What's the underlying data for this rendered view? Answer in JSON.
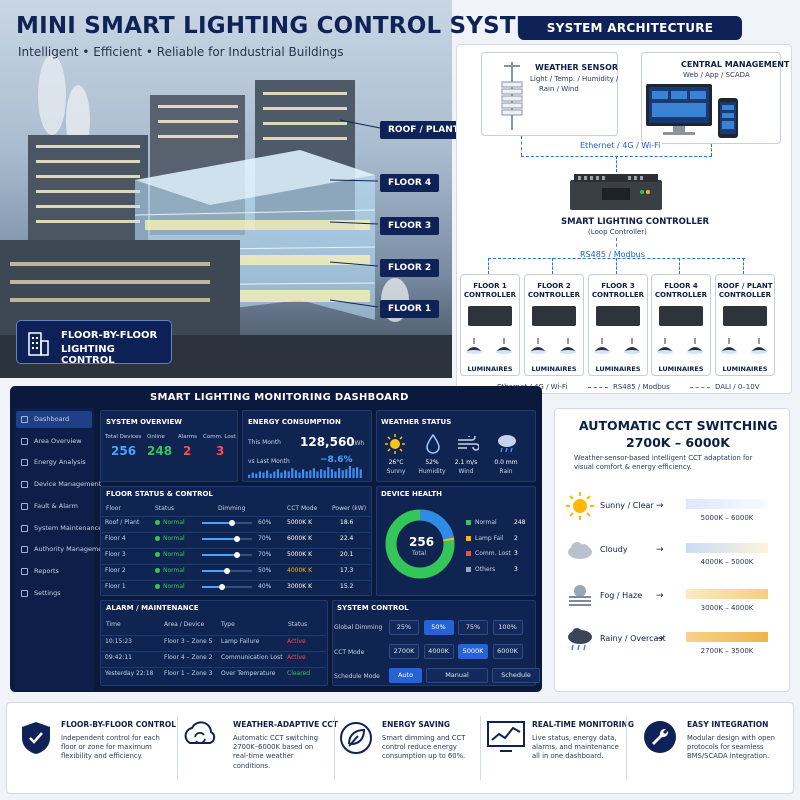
{
  "header": {
    "title": "MINI SMART LIGHTING CONTROL SYSTEM",
    "subtitle": "Intelligent • Efficient • Reliable for Industrial Buildings"
  },
  "building": {
    "tags": [
      "ROOF / PLANT",
      "FLOOR 4",
      "FLOOR 3",
      "FLOOR 2",
      "FLOOR 1"
    ],
    "badge_line1": "FLOOR-BY-FLOOR",
    "badge_line2": "LIGHTING CONTROL"
  },
  "architecture": {
    "title": "SYSTEM ARCHITECTURE",
    "weather_sensor": {
      "name": "WEATHER SENSOR",
      "desc1": "Light / Temp. / Humidity /",
      "desc2": "Rain / Wind"
    },
    "central": {
      "name": "CENTRAL MANAGEMENT",
      "desc": "Web / App / SCADA"
    },
    "link1": "Ethernet / 4G / Wi-Fi",
    "controller": {
      "name": "SMART LIGHTING CONTROLLER",
      "sub": "(Loop Controller)"
    },
    "link2": "RS485 / Modbus",
    "floors": [
      {
        "l1": "FLOOR 1",
        "l2": "CONTROLLER"
      },
      {
        "l1": "FLOOR 2",
        "l2": "CONTROLLER"
      },
      {
        "l1": "FLOOR 3",
        "l2": "CONTROLLER"
      },
      {
        "l1": "FLOOR 4",
        "l2": "CONTROLLER"
      },
      {
        "l1": "ROOF / PLANT",
        "l2": "CONTROLLER"
      }
    ],
    "luminaires": "LUMINAIRES",
    "legend": [
      "Ethernet / 4G / Wi-Fi",
      "RS485 / Modbus",
      "DALI / 0–10V"
    ]
  },
  "dashboard": {
    "title": "SMART LIGHTING MONITORING DASHBOARD",
    "nav": [
      "Dashboard",
      "Area Overview",
      "Energy Analysis",
      "Device Management",
      "Fault & Alarm",
      "System Maintenance",
      "Authority Management",
      "Reports",
      "Settings"
    ],
    "overview": {
      "title": "SYSTEM OVERVIEW",
      "labels": [
        "Total Devices",
        "Online",
        "Alarms",
        "Comm. Lost"
      ],
      "values": [
        "256",
        "248",
        "2",
        "3"
      ]
    },
    "energy": {
      "title": "ENERGY CONSUMPTION",
      "this_month_label": "This Month",
      "this_month_value": "128,560",
      "unit": "kWh",
      "vs_label": "vs Last Month",
      "vs_value": "−8.6%",
      "bars": [
        3,
        5,
        4,
        6,
        5,
        7,
        4,
        6,
        8,
        5,
        7,
        6,
        9,
        7,
        5,
        8,
        6,
        7,
        9,
        6,
        8,
        7,
        10,
        8,
        6,
        9,
        7,
        8,
        11,
        9,
        10,
        8
      ]
    },
    "weather": {
      "title": "WEATHER STATUS",
      "items": [
        {
          "value": "26°C",
          "label": "Sunny"
        },
        {
          "value": "52%",
          "label": "Humidity"
        },
        {
          "value": "2.1 m/s",
          "label": "Wind"
        },
        {
          "value": "0.0 mm",
          "label": "Rain"
        }
      ]
    },
    "floor_status": {
      "title": "FLOOR STATUS & CONTROL",
      "headers": [
        "Floor",
        "Status",
        "Dimming",
        "CCT Mode",
        "Power (kW)"
      ],
      "rows": [
        {
          "floor": "Roof / Plant",
          "status": "Normal",
          "dim": "60%",
          "dim_level": 0.6,
          "cct": "5000K K",
          "power": "18.6"
        },
        {
          "floor": "Floor 4",
          "status": "Normal",
          "dim": "70%",
          "dim_level": 0.7,
          "cct": "6000K K",
          "power": "22.4"
        },
        {
          "floor": "Floor 3",
          "status": "Normal",
          "dim": "70%",
          "dim_level": 0.7,
          "cct": "5000K K",
          "power": "20.1"
        },
        {
          "floor": "Floor 2",
          "status": "Normal",
          "dim": "50%",
          "dim_level": 0.5,
          "cct": "4000K K",
          "power": "17.3"
        },
        {
          "floor": "Floor 1",
          "status": "Normal",
          "dim": "40%",
          "dim_level": 0.4,
          "cct": "3000K K",
          "power": "15.2"
        }
      ]
    },
    "device_health": {
      "title": "DEVICE HEALTH",
      "total": "256",
      "total_label": "Total",
      "items": [
        {
          "label": "Normal",
          "value": "248",
          "color": "#35c659"
        },
        {
          "label": "Lamp Fail",
          "value": "2",
          "color": "#ffb020"
        },
        {
          "label": "Comm. Lost",
          "value": "3",
          "color": "#ff4b4b"
        },
        {
          "label": "Others",
          "value": "3",
          "color": "#9aa6bd"
        }
      ]
    },
    "alarm": {
      "title": "ALARM / MAINTENANCE",
      "headers": [
        "Time",
        "Area / Device",
        "Type",
        "Status"
      ],
      "rows": [
        {
          "time": "10:15:23",
          "area": "Floor 3 – Zone 5",
          "type": "Lamp Failure",
          "status": "Active"
        },
        {
          "time": "09:42:11",
          "area": "Floor 4 – Zone 2",
          "type": "Communication Lost",
          "status": "Active"
        },
        {
          "time": "Yesterday 22:18",
          "area": "Floor 1 – Zone 3",
          "type": "Over Temperature",
          "status": "Cleared"
        }
      ]
    },
    "system_control": {
      "title": "SYSTEM CONTROL",
      "dimming_label": "Global Dimming",
      "dimming_opts": [
        "25%",
        "50%",
        "75%",
        "100%"
      ],
      "cct_label": "CCT Mode",
      "cct_opts": [
        "2700K",
        "4000K",
        "5000K",
        "6000K"
      ],
      "schedule_label": "Schedule Mode",
      "schedule_opts": [
        "Auto",
        "Manual",
        "Schedule"
      ]
    }
  },
  "cct": {
    "title1": "AUTOMATIC CCT SWITCHING",
    "title2": "2700K – 6000K",
    "desc": "Weather-sensor-based intelligent CCT adaptation for visual comfort & energy efficiency.",
    "rows": [
      {
        "weather": "Sunny / Clear",
        "range": "5000K – 6000K",
        "c1": "#dde8ff",
        "c2": "#f8fbff"
      },
      {
        "weather": "Cloudy",
        "range": "4000K – 5000K",
        "c1": "#c9dcf6",
        "c2": "#fdf3dc"
      },
      {
        "weather": "Fog / Haze",
        "range": "3000K – 4000K",
        "c1": "#fbe9c3",
        "c2": "#f6cf7e"
      },
      {
        "weather": "Rainy / Overcast",
        "range": "2700K – 3500K",
        "c1": "#f7d28b",
        "c2": "#f0b54b"
      }
    ]
  },
  "features": [
    {
      "title": "FLOOR-BY-FLOOR CONTROL",
      "desc": "Independent control for each floor or zone for maximum flexibility and efficiency."
    },
    {
      "title": "WEATHER-ADAPTIVE CCT",
      "desc": "Automatic CCT switching 2700K–6000K based on real-time weather conditions."
    },
    {
      "title": "ENERGY SAVING",
      "desc": "Smart dimming and CCT control reduce energy consumption up to 60%."
    },
    {
      "title": "REAL-TIME MONITORING",
      "desc": "Live status, energy data, alarms, and maintenance all in one dashboard."
    },
    {
      "title": "EASY INTEGRATION",
      "desc": "Modular design with open protocols for seamless BMS/SCADA integration."
    }
  ]
}
